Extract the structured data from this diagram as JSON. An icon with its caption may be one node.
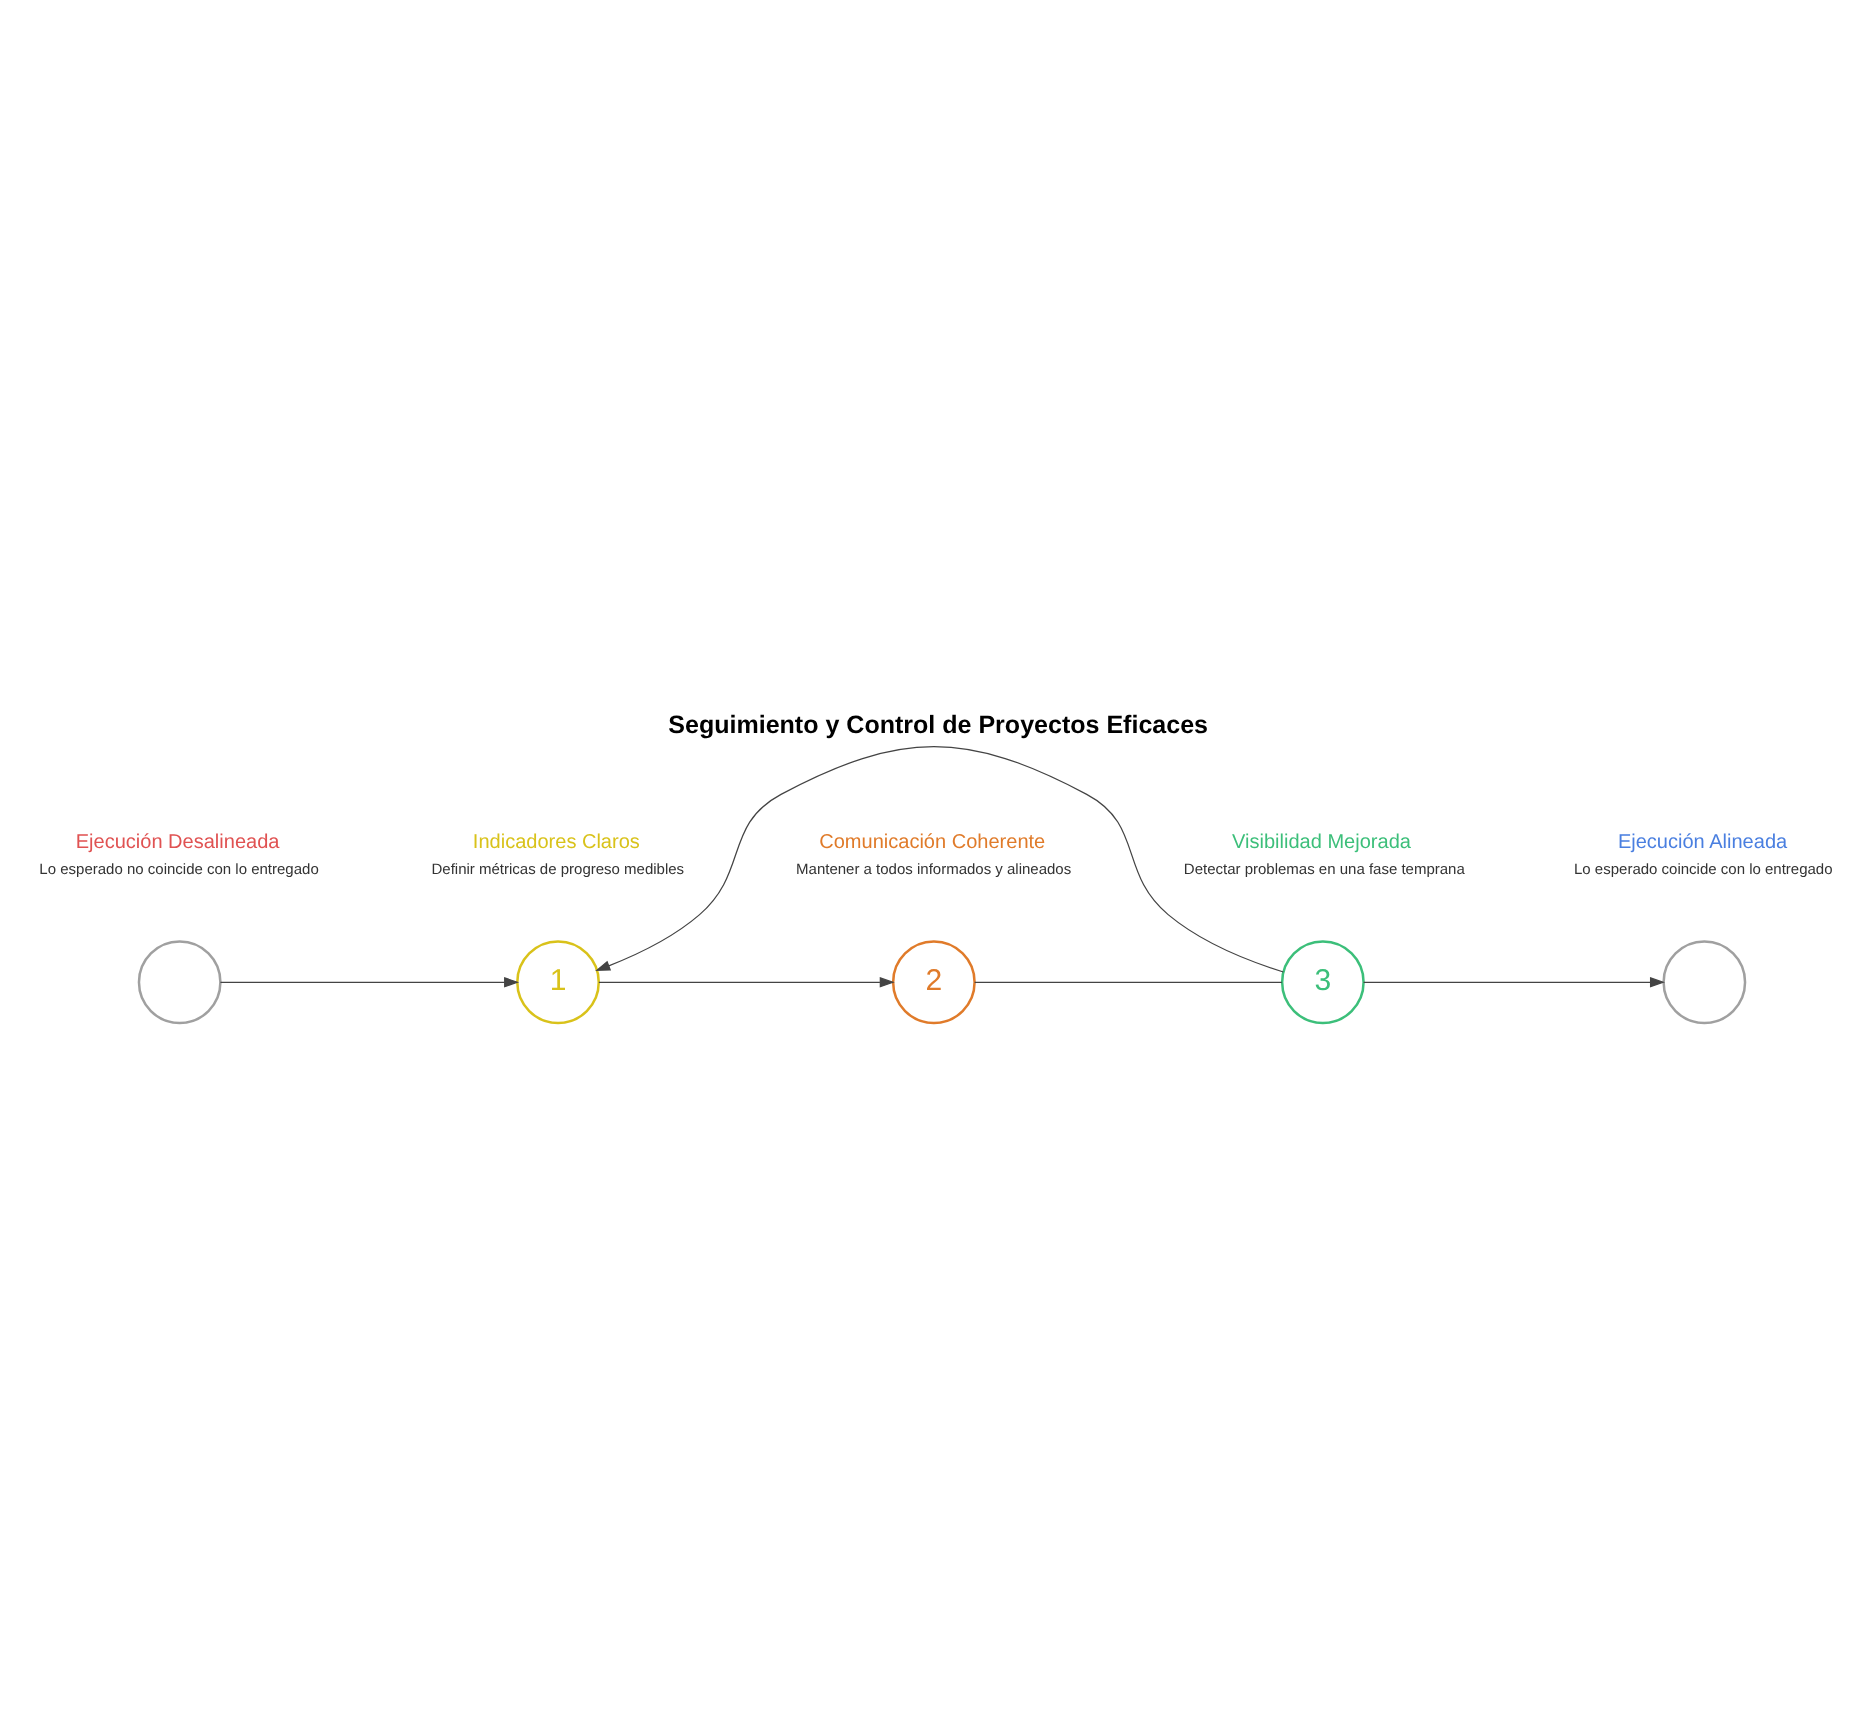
{
  "diagram": {
    "title": "Seguimiento y Control de Proyectos Eficaces",
    "nodes": [
      {
        "text": [],
        "shape": "circle",
        "beside": [
          "Ejecución Desalineada",
          "Lo esperado no coincide con lo entregado"
        ]
      },
      {
        "text": [
          "1"
        ],
        "beside": [
          "Indicadores Claros",
          "Definir métricas de progreso medibles"
        ]
      },
      {
        "text": [
          "2"
        ],
        "beside": [
          "Comunicación Coherente",
          "Mantener a todos informados y alineados"
        ]
      },
      {
        "text": [
          "3"
        ],
        "beside": [
          "Visibilidad Mejorada",
          "Detectar problemas en una fase temprana"
        ]
      },
      {
        "text": [],
        "shape": "circle",
        "beside": [
          "Ejecución Alineada",
          "Lo esperado coincide con lo entregado"
        ]
      }
    ],
    "edges": [
      {
        "from": 0,
        "to": 1,
        "arrow": "to"
      },
      {
        "from": 1,
        "to": 2,
        "arrow": "to"
      },
      {
        "from": 2,
        "to": 3,
        "arrow": "none"
      },
      {
        "from": 3,
        "to": 1,
        "arrow": "to"
      },
      {
        "from": 3,
        "to": 4,
        "arrow": "to"
      }
    ]
  }
}
